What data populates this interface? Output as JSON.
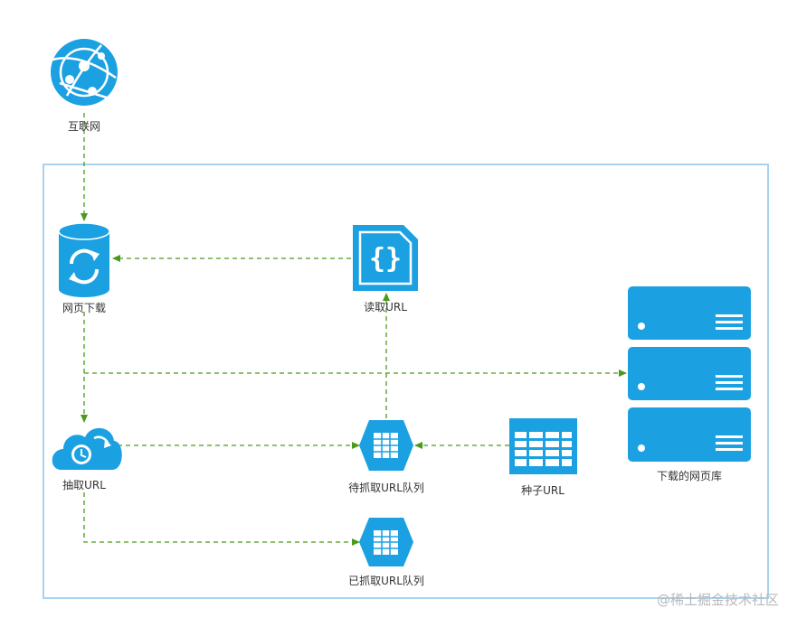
{
  "nodes": {
    "internet": "互联网",
    "page_download": "网页下载",
    "read_url": "读取URL",
    "extract_url": "抽取URL",
    "pending_queue": "待抓取URL队列",
    "seed_url": "种子URL",
    "crawled_queue": "已抓取URL队列",
    "page_store": "下载的网页库"
  },
  "watermark": "@稀土掘金技术社区",
  "colors": {
    "icon": "#1ba1e2",
    "arrow": "#4a9a1c",
    "frame": "#a8d3f0",
    "text": "#333333"
  }
}
